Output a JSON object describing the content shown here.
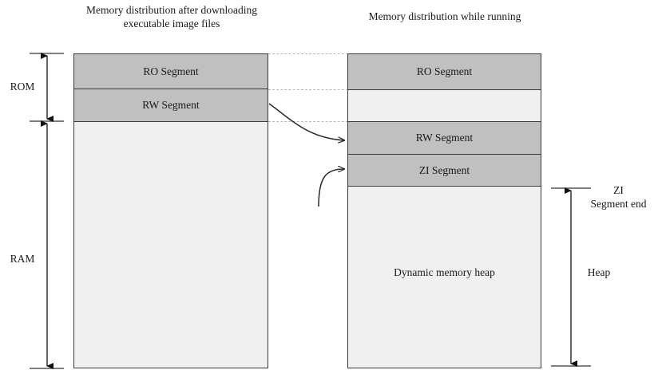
{
  "figure": {
    "left_panel": {
      "title": "Memory distribution after downloading executable image files",
      "segments": [
        {
          "label": "RO Segment",
          "fill": "#c0c0c0"
        },
        {
          "label": "RW Segment",
          "fill": "#c0c0c0"
        },
        {
          "label": "",
          "fill": "#f0f0f0"
        }
      ]
    },
    "right_panel": {
      "title": "Memory distribution while running",
      "segments": [
        {
          "label": "RO Segment",
          "fill": "#c0c0c0"
        },
        {
          "label": "",
          "fill": "#f0f0f0"
        },
        {
          "label": "RW Segment",
          "fill": "#c0c0c0"
        },
        {
          "label": "ZI Segment",
          "fill": "#c0c0c0"
        },
        {
          "label": "Dynamic memory heap",
          "fill": "#f0f0f0"
        }
      ]
    },
    "left_axis": {
      "rom_label": "ROM",
      "ram_label": "RAM"
    },
    "right_axis": {
      "zi_end_label_line1": "ZI",
      "zi_end_label_line2": "Segment end",
      "heap_label": "Heap"
    },
    "colors": {
      "segment_gray": "#c0c0c0",
      "segment_light": "#f0f0f0",
      "outline": "#3a3a3a",
      "dotted_guide": "#b8b8b8",
      "text": "#1a1a1a"
    }
  }
}
